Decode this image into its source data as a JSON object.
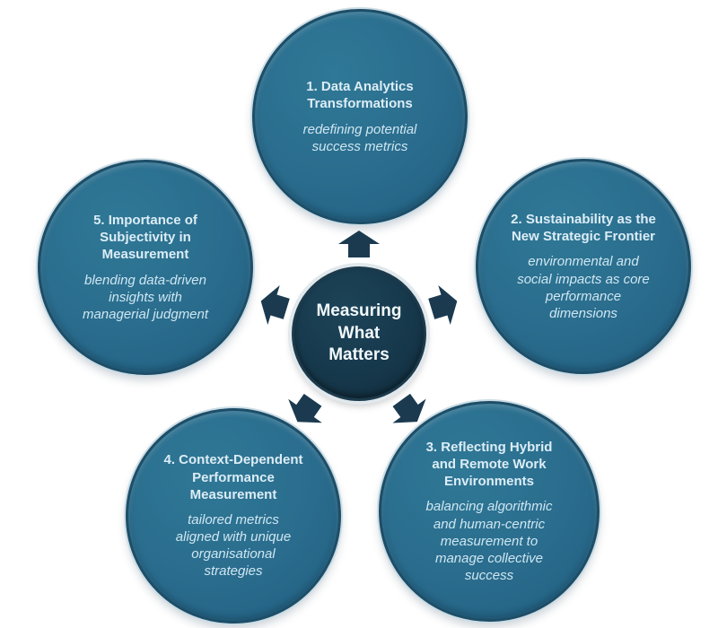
{
  "diagram": {
    "title": "Measuring What Matters",
    "center": {
      "label": "Measuring\nWhat\nMatters"
    },
    "nodes": [
      {
        "heading": "1. Data Analytics\nTransformations",
        "subtext": "redefining potential\nsuccess metrics",
        "position": "top"
      },
      {
        "heading": "2. Sustainability as the\nNew Strategic Frontier",
        "subtext": "environmental and\nsocial impacts as core\nperformance\ndimensions",
        "position": "right"
      },
      {
        "heading": "3. Reflecting Hybrid\nand Remote Work\nEnvironments",
        "subtext": "balancing algorithmic\nand human-centric\nmeasurement to\nmanage collective\nsuccess",
        "position": "bottom-right"
      },
      {
        "heading": "4. Context-Dependent\nPerformance\nMeasurement",
        "subtext": "tailored metrics\naligned with unique\norganisational\nstrategies",
        "position": "bottom-left"
      },
      {
        "heading": "5. Importance of\nSubjectivity in\nMeasurement",
        "subtext": "blending data-driven\ninsights with\nmanagerial judgment",
        "position": "left"
      }
    ],
    "colors": {
      "background": "#ffffff",
      "node_fill": "#2a6c8d",
      "node_border": "#1d4e68",
      "node_text": "#cfe7f2",
      "node_text_heading": "#dcedf6",
      "center_fill": "#16374a",
      "center_text": "#f2f8fb",
      "arrow": "#1b3a50"
    }
  }
}
